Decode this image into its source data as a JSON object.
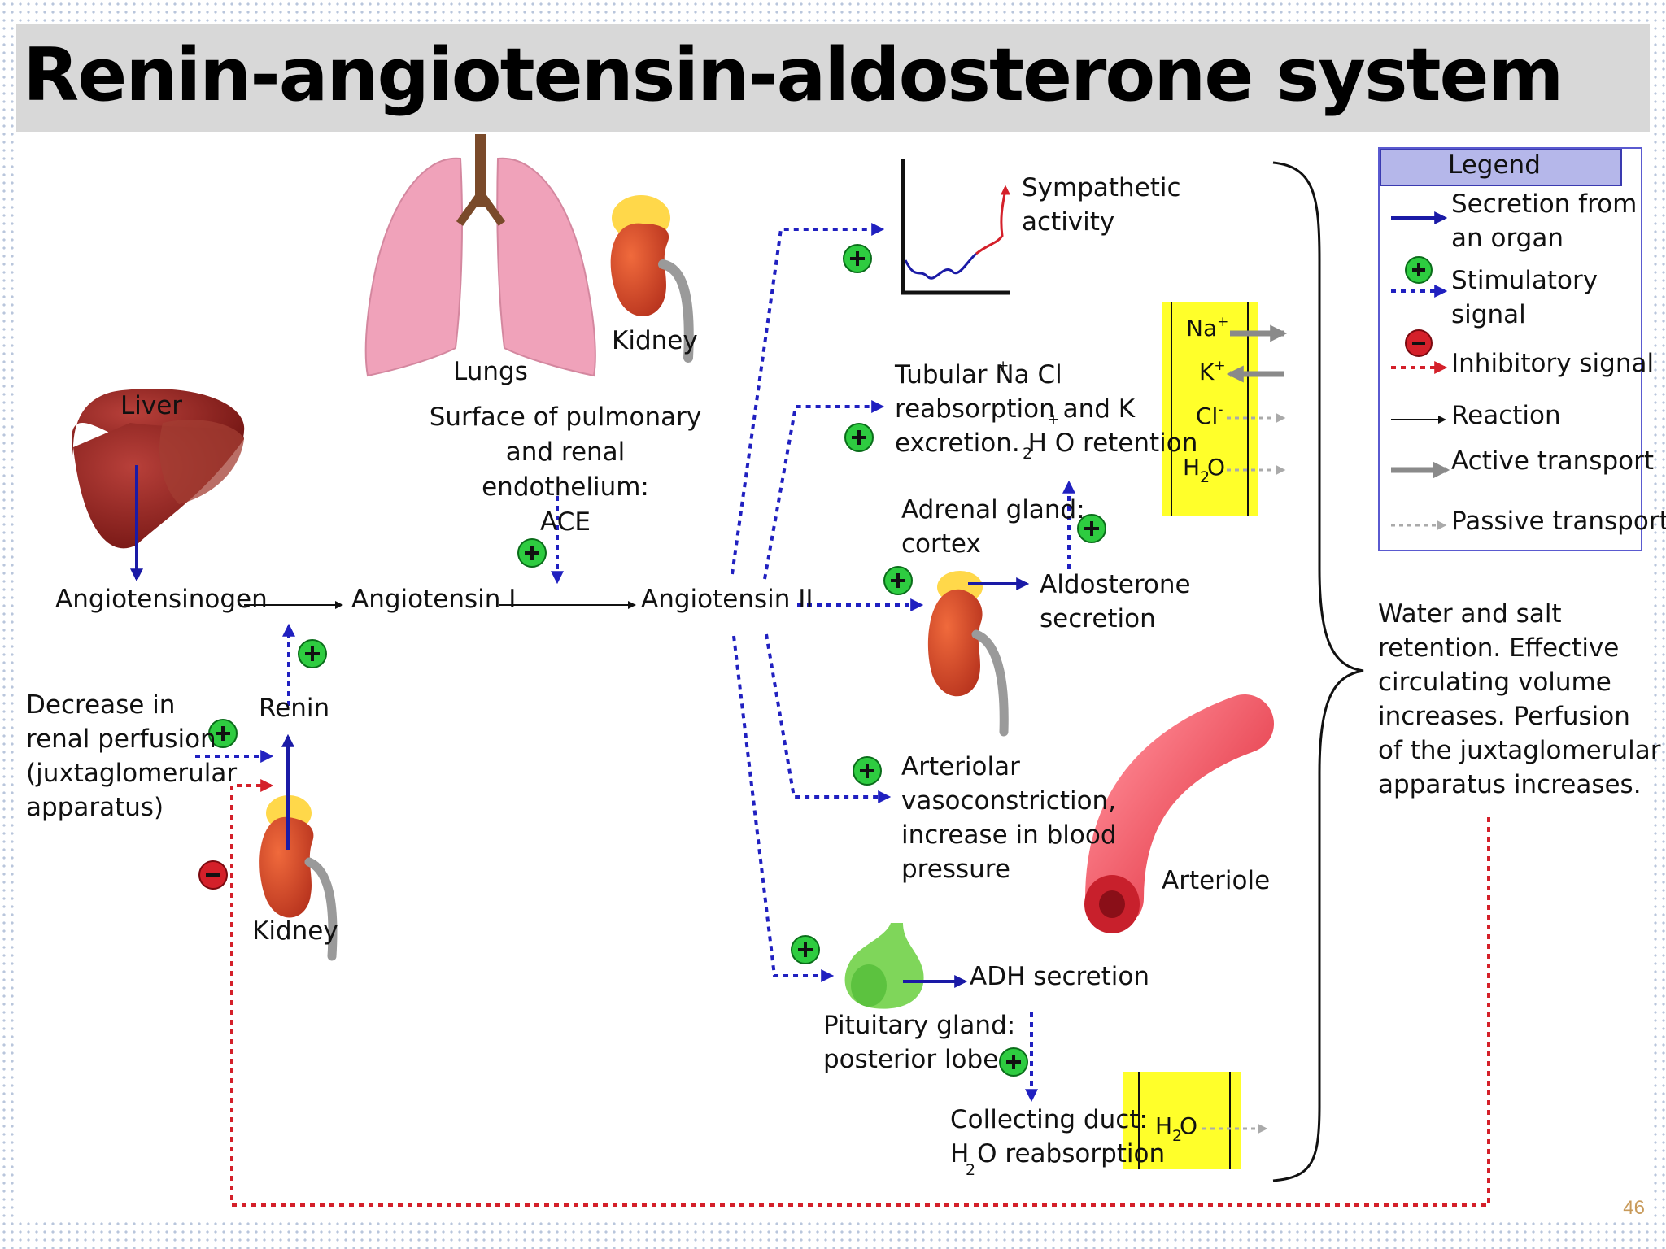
{
  "title": "Renin-angiotensin-aldosterone system",
  "page_number": "46",
  "organs": {
    "liver": "Liver",
    "lungs": "Lungs",
    "kidney_top": "Kidney",
    "kidney_bottom": "Kidney",
    "arteriole": "Arteriole"
  },
  "pathway": {
    "angiotensinogen": "Angiotensinogen",
    "angiotensin_1": "Angiotensin I",
    "angiotensin_2": "Angiotensin II",
    "renin": "Renin",
    "ace_lines": [
      "Surface of pulmonary",
      "and renal endothelium:",
      "ACE"
    ]
  },
  "stimulus": {
    "lines": [
      "Decrease in",
      "renal perfusion",
      "(juxtaglomerular",
      "apparatus)"
    ]
  },
  "effects": {
    "sympathetic": [
      "Sympathetic",
      "activity"
    ],
    "tubular": [
      "Tubular Na  Cl",
      "reabsorption and K",
      "excretion. H O retention"
    ],
    "adrenal": [
      "Adrenal gland:",
      "cortex"
    ],
    "aldosterone": [
      "Aldosterone",
      "secretion"
    ],
    "arteriolar": [
      "Arteriolar",
      "vasoconstriction,",
      "increase in blood",
      "pressure"
    ],
    "adh": "ADH secretion",
    "pituitary": [
      "Pituitary gland:",
      "posterior lobe"
    ],
    "collecting": [
      "Collecting duct:",
      "H O reabsorption"
    ]
  },
  "ions": {
    "na": "Na",
    "k": "K",
    "cl": "Cl",
    "h2o": "H O",
    "plus": "+",
    "minus": "-",
    "two": "2"
  },
  "outcome": {
    "lines": [
      "Water and salt",
      "retention. Effective",
      "circulating volume",
      "increases. Perfusion",
      "of the juxtaglomerular",
      "apparatus increases."
    ]
  },
  "legend": {
    "title": "Legend",
    "items": {
      "secretion": [
        "Secretion from",
        "an organ"
      ],
      "stimulatory": [
        "Stimulatory",
        "signal"
      ],
      "inhibitory": "Inhibitory signal",
      "reaction": "Reaction",
      "active": "Active transport",
      "passive": "Passive transport"
    }
  },
  "colors": {
    "secretion": "#1a1aa6",
    "stimulatory": "#2020c0",
    "inhibitory": "#d4202a",
    "stim_badge": "#2ecc40",
    "inhib_badge": "#d4202a",
    "highlight": "#ffff2a"
  }
}
